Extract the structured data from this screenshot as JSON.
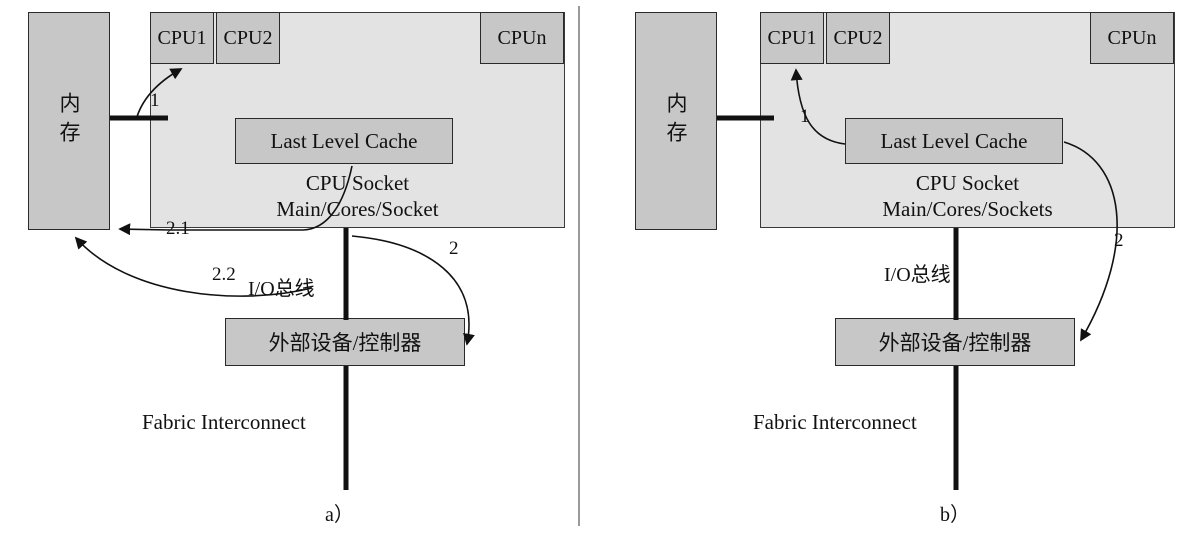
{
  "panel_a": {
    "caption": "a）",
    "memory": "内存",
    "cpu1": "CPU1",
    "cpu2": "CPU2",
    "cpun": "CPUn",
    "cache": "Last Level Cache",
    "socket_title": "CPU Socket",
    "socket_subtitle": "Main/Cores/Socket",
    "io_bus": "I/O总线",
    "device": "外部设备/控制器",
    "fabric": "Fabric Interconnect",
    "labels": {
      "l1": "1",
      "l21": "2.1",
      "l22": "2.2",
      "l2": "2"
    }
  },
  "panel_b": {
    "caption": "b）",
    "memory": "内存",
    "cpu1": "CPU1",
    "cpu2": "CPU2",
    "cpun": "CPUn",
    "cache": "Last Level Cache",
    "socket_title": "CPU Socket",
    "socket_subtitle": "Main/Cores/Sockets",
    "io_bus": "I/O总线",
    "device": "外部设备/控制器",
    "fabric": "Fabric Interconnect",
    "labels": {
      "l1": "1",
      "l2": "2"
    }
  },
  "colors": {
    "box_fill": "#c7c7c7",
    "socket_fill": "#e3e3e3",
    "line": "#111111",
    "background": "#ffffff"
  }
}
